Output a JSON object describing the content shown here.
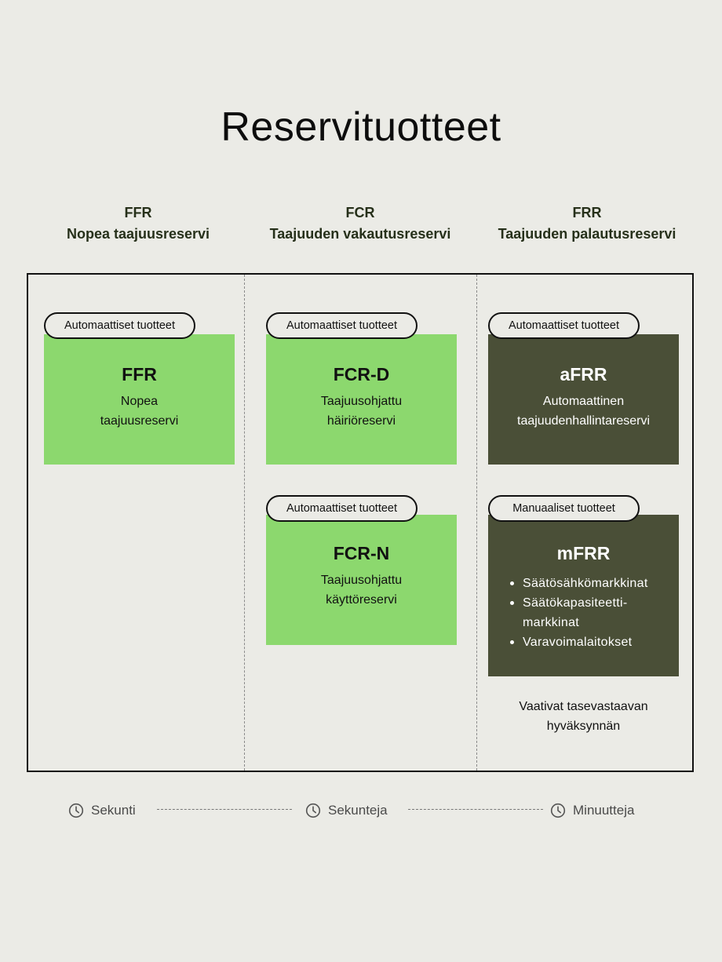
{
  "title": "Reservituotteet",
  "columns": [
    {
      "abbr": "FFR",
      "name": "Nopea taajuusreservi"
    },
    {
      "abbr": "FCR",
      "name": "Taajuuden vakautusreservi"
    },
    {
      "abbr": "FRR",
      "name": "Taajuuden palautusreservi"
    }
  ],
  "cards": {
    "ffr": {
      "tag": "Automaattiset tuotteet",
      "name": "FFR",
      "desc": "Nopea\ntaajuusreservi"
    },
    "fcr_d": {
      "tag": "Automaattiset tuotteet",
      "name": "FCR-D",
      "desc": "Taajuusohjattu\nhäiriöreservi"
    },
    "fcr_n": {
      "tag": "Automaattiset tuotteet",
      "name": "FCR-N",
      "desc": "Taajuusohjattu\nkäyttöreservi"
    },
    "afrr": {
      "tag": "Automaattiset tuotteet",
      "name": "aFRR",
      "desc": "Automaattinen\ntaajuudenhallintareservi"
    },
    "mfrr": {
      "tag": "Manuaaliset tuotteet",
      "name": "mFRR",
      "items": [
        "Säätösähkömarkkinat",
        "Säätökapasiteetti-\nmarkkinat",
        "Varavoimalaitokset"
      ]
    }
  },
  "mfrr_note": "Vaativat tasevastaavan\nhyväksynnän",
  "timeline": [
    "Sekunti",
    "Sekunteja",
    "Minuutteja"
  ],
  "colors": {
    "background": "#EBEBE6",
    "automatic_card": "#8CD86E",
    "frr_card": "#4A4F37",
    "border": "#111111"
  },
  "icons": {
    "timeline": "clock-icon"
  }
}
